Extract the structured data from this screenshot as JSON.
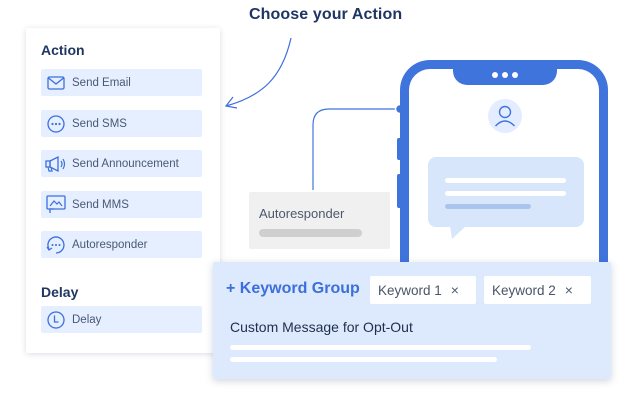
{
  "heading": "Choose your Action",
  "action_panel": {
    "title": "Action",
    "items": [
      {
        "label": "Send Email",
        "icon": "mail-icon"
      },
      {
        "label": "Send SMS",
        "icon": "chat-dots-icon"
      },
      {
        "label": "Send Announcement",
        "icon": "megaphone-icon"
      },
      {
        "label": "Send MMS",
        "icon": "image-message-icon"
      },
      {
        "label": "Autoresponder",
        "icon": "autoresponder-icon"
      }
    ],
    "delay_title": "Delay",
    "delay_item": {
      "label": "Delay",
      "icon": "clock-icon"
    }
  },
  "autoresponder_box": {
    "label": "Autoresponder"
  },
  "keyword_card": {
    "add_group": "+ Keyword Group",
    "chips": [
      {
        "label": "Keyword 1",
        "close": "×"
      },
      {
        "label": "Keyword 2",
        "close": "×"
      }
    ],
    "message": "Custom Message for Opt-Out"
  },
  "colors": {
    "accent": "#3f74dd",
    "item_bg": "#e5efff",
    "heading": "#1f3562"
  }
}
